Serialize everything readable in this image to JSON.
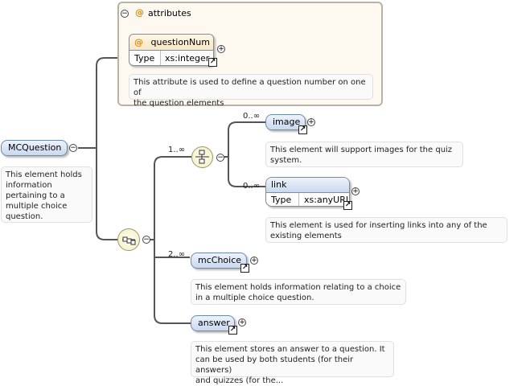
{
  "root": {
    "name": "MCQuestion",
    "doc": [
      "This element holds",
      "information",
      "pertaining to a",
      "multiple choice",
      "question."
    ]
  },
  "attributes": {
    "label": "attributes",
    "question_num": {
      "name": "questionNum",
      "type_key": "Type",
      "type_val": "xs:integer",
      "doc": [
        "This attribute is used to define a question number on one of",
        "the question elements"
      ]
    }
  },
  "choice_group": {
    "occurrence": "1..∞",
    "image": {
      "name": "image",
      "occurrence": "0..∞",
      "doc": [
        "This element will support images for the quiz",
        "system."
      ]
    },
    "link": {
      "name": "link",
      "occurrence": "0..∞",
      "type_key": "Type",
      "type_val": "xs:anyURI",
      "doc": [
        "This element is used for inserting links into any of the",
        "existing elements"
      ]
    }
  },
  "mc_choice": {
    "name": "mcChoice",
    "occurrence": "2..∞",
    "doc": [
      "This element holds information relating to a choice",
      "in a multiple choice question."
    ]
  },
  "answer": {
    "name": "answer",
    "doc": [
      "This element stores an answer to a question. It",
      "can be used by both students (for their answers)",
      "and quizzes (for the..."
    ]
  },
  "glyphs": {
    "expand": "+",
    "collapse": "−",
    "ref": "↗",
    "at": "@"
  }
}
